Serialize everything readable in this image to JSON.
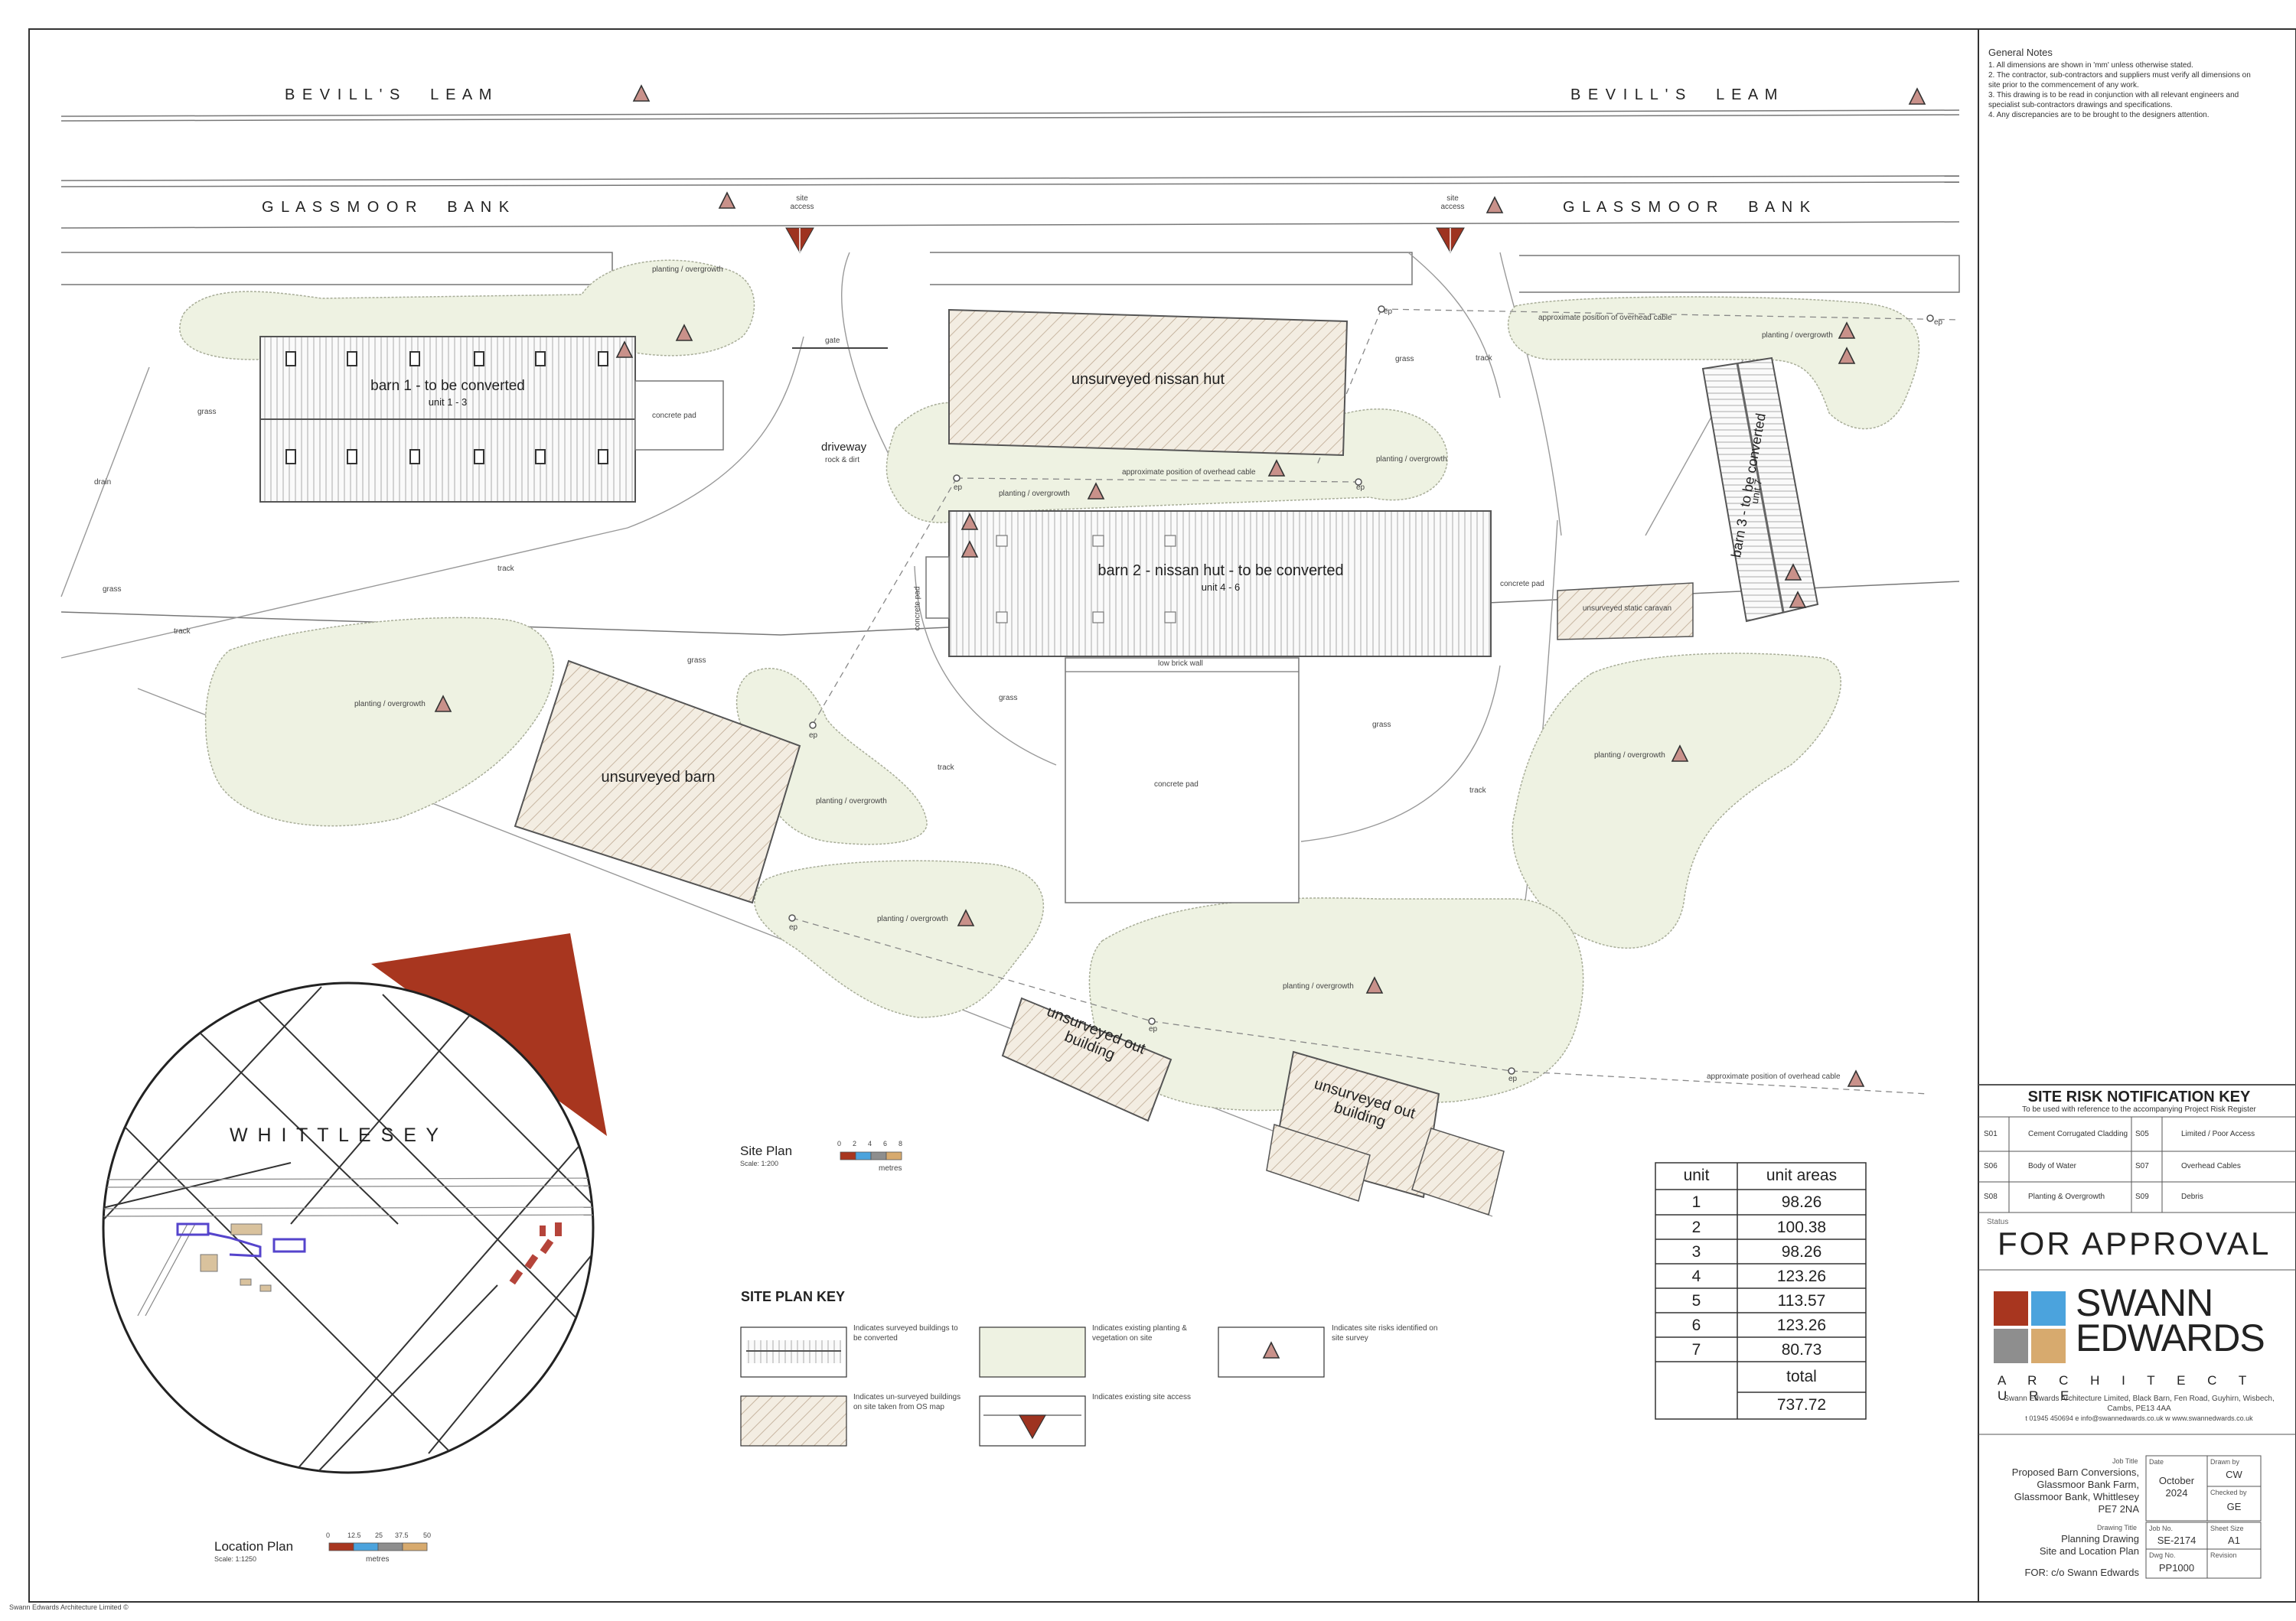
{
  "roads": {
    "bevills_leam": "B E V I L L ' S     L E A M",
    "glassmoor_bank": "G L A S S M O O R     B A N K",
    "site_access": "site access"
  },
  "site_labels": {
    "barn1_title": "barn 1 - to be converted",
    "barn1_units": "unit 1 - 3",
    "barn2_title": "barn 2 - nissan hut - to be converted",
    "barn2_units": "unit 4 - 6",
    "barn3_title": "barn 3 - to be converted",
    "barn3_units": "unit 7",
    "nissan_hut": "unsurveyed nissan hut",
    "unsurveyed_barn": "unsurveyed barn",
    "out_building": "unsurveyed out building",
    "static_caravan": "unsurveyed static caravan",
    "concrete_pad": "concrete pad",
    "driveway": "driveway",
    "rock_dirt": "rock & dirt",
    "gate": "gate",
    "grass": "grass",
    "track": "track",
    "drain": "drain",
    "planting": "planting / overgrowth",
    "overhead_cable": "approximate position of overhead cable",
    "ep": "ep",
    "low_brick_wall": "low brick wall",
    "whittlesey": "W H I T T L E S E Y"
  },
  "scales": {
    "site_plan_title": "Site Plan",
    "site_plan_scale": "Scale: 1:200",
    "site_ticks": [
      "0",
      "2",
      "4",
      "6",
      "8"
    ],
    "location_title": "Location Plan",
    "location_scale": "Scale: 1:1250",
    "location_ticks": [
      "0",
      "12.5",
      "25",
      "37.5",
      "50"
    ],
    "metres": "metres"
  },
  "units_table": {
    "header": [
      "unit",
      "unit areas"
    ],
    "rows": [
      [
        "1",
        "98.26"
      ],
      [
        "2",
        "100.38"
      ],
      [
        "3",
        "98.26"
      ],
      [
        "4",
        "123.26"
      ],
      [
        "5",
        "113.57"
      ],
      [
        "6",
        "123.26"
      ],
      [
        "7",
        "80.73"
      ]
    ],
    "total_label": "total",
    "total_value": "737.72"
  },
  "site_plan_key": {
    "title": "SITE PLAN KEY",
    "surveyed": "Indicates surveyed buildings to be converted",
    "unsurveyed": "Indicates un-surveyed buildings on site taken from OS map",
    "planting": "Indicates existing planting & vegetation on site",
    "access": "Indicates existing site access",
    "risks": "Indicates site risks identified on site survey"
  },
  "notes": {
    "title": "General Notes",
    "items": [
      "1. All dimensions are shown in 'mm' unless otherwise stated.",
      "2. The contractor, sub-contractors and suppliers must verify all dimensions on site prior to the commencement of any work.",
      "3. This drawing is to be read in conjunction with all relevant engineers and specialist sub-contractors drawings and specifications.",
      "4. Any discrepancies are to be brought to the designers attention."
    ]
  },
  "risk_key": {
    "title": "SITE RISK NOTIFICATION KEY",
    "subtitle": "To be used with reference to the accompanying Project Risk Register",
    "rows": [
      [
        "S01",
        "Cement Corrugated Cladding",
        "S05",
        "Limited / Poor Access"
      ],
      [
        "S06",
        "Body of Water",
        "S07",
        "Overhead Cables"
      ],
      [
        "S08",
        "Planting & Overgrowth",
        "S09",
        "Debris"
      ]
    ]
  },
  "title_block": {
    "status_label": "Status",
    "status": "FOR APPROVAL",
    "brand_line1": "SWANN",
    "brand_line2": "EDWARDS",
    "architecture": "A R C H I T E C T U R E",
    "address": "Swann Edwards Architecture Limited, Black Barn, Fen Road, Guyhirn, Wisbech, Cambs, PE13 4AA",
    "contact": "t 01945 450694  e info@swannedwards.co.uk  w www.swannedwards.co.uk",
    "job_title_label": "Job Title",
    "job_title_lines": [
      "Proposed Barn Conversions,",
      "Glassmoor Bank Farm,",
      "Glassmoor Bank, Whittlesey",
      "PE7 2NA"
    ],
    "date_label": "Date",
    "date_lines": [
      "October",
      "2024"
    ],
    "drawn_label": "Drawn by",
    "drawn": "CW",
    "checked_label": "Checked by",
    "checked": "GE",
    "drawing_title_label": "Drawing Title",
    "drawing_title_lines": [
      "Planning Drawing",
      "Site and Location Plan"
    ],
    "for": "FOR: c/o Swann Edwards",
    "job_no_label": "Job No.",
    "job_no": "SE-2174",
    "sheet_size_label": "Sheet Size",
    "sheet_size": "A1",
    "dwg_no_label": "Dwg No.",
    "dwg_no": "PP1000",
    "revision_label": "Revision"
  },
  "colors": {
    "vegetation": "#eef2e2",
    "risk": "#c9918a",
    "access": "#9e3320",
    "brand_red": "#a8361f",
    "brand_blue": "#4ba3dd",
    "brand_grey": "#8e8e8e",
    "brand_tan": "#d7aa6e",
    "building_new": "#5544cc",
    "building_mark": "#b5443a"
  },
  "footer": {
    "copyright": "Swann Edwards Architecture Limited ©"
  }
}
